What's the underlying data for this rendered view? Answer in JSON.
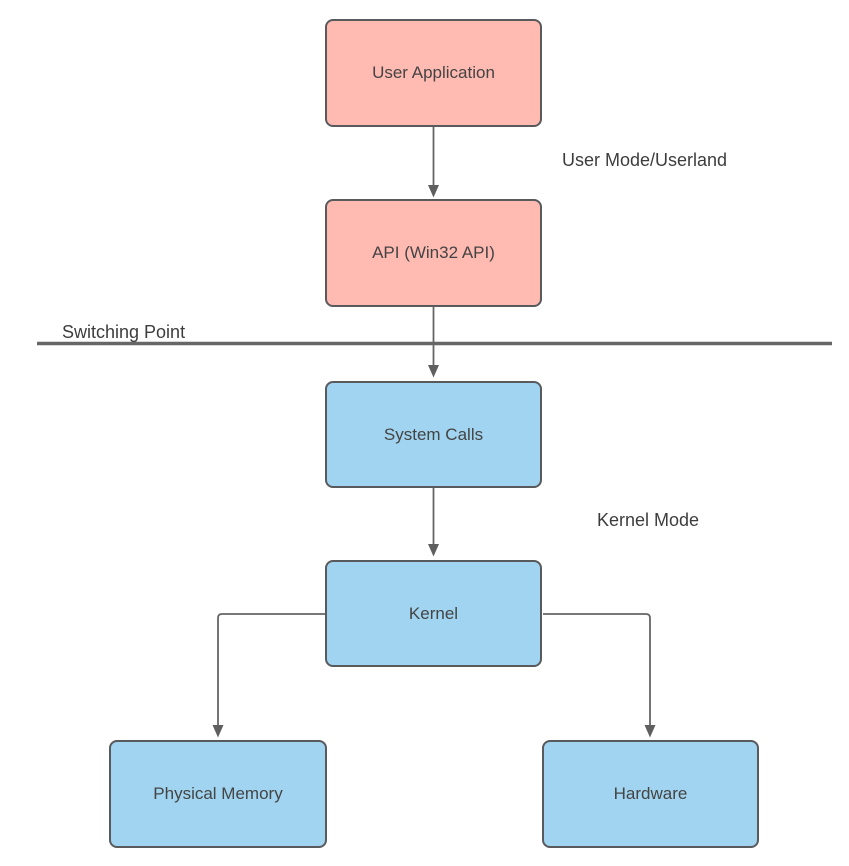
{
  "diagram": {
    "nodes": {
      "user_application": {
        "label": "User Application",
        "fill": "#ffbab2"
      },
      "api": {
        "label": "API (Win32 API)",
        "fill": "#ffbab2"
      },
      "system_calls": {
        "label": "System Calls",
        "fill": "#a1d4f0"
      },
      "kernel": {
        "label": "Kernel",
        "fill": "#a1d4f0"
      },
      "physical_memory": {
        "label": "Physical Memory",
        "fill": "#a1d4f0"
      },
      "hardware": {
        "label": "Hardware",
        "fill": "#a1d4f0"
      }
    },
    "annotations": {
      "user_mode": "User Mode/Userland",
      "switching_point": "Switching Point",
      "kernel_mode": "Kernel Mode"
    },
    "edges": [
      {
        "from": "user_application",
        "to": "api"
      },
      {
        "from": "api",
        "to": "system_calls"
      },
      {
        "from": "system_calls",
        "to": "kernel"
      },
      {
        "from": "kernel",
        "to": "physical_memory"
      },
      {
        "from": "kernel",
        "to": "hardware"
      }
    ],
    "colors": {
      "connector": "#666666",
      "arrowhead": "#5f5f5f",
      "divider": "#666666",
      "node_border": "#595a5c",
      "node_text": "#444444",
      "annotation_text": "#3d3d3d"
    }
  }
}
